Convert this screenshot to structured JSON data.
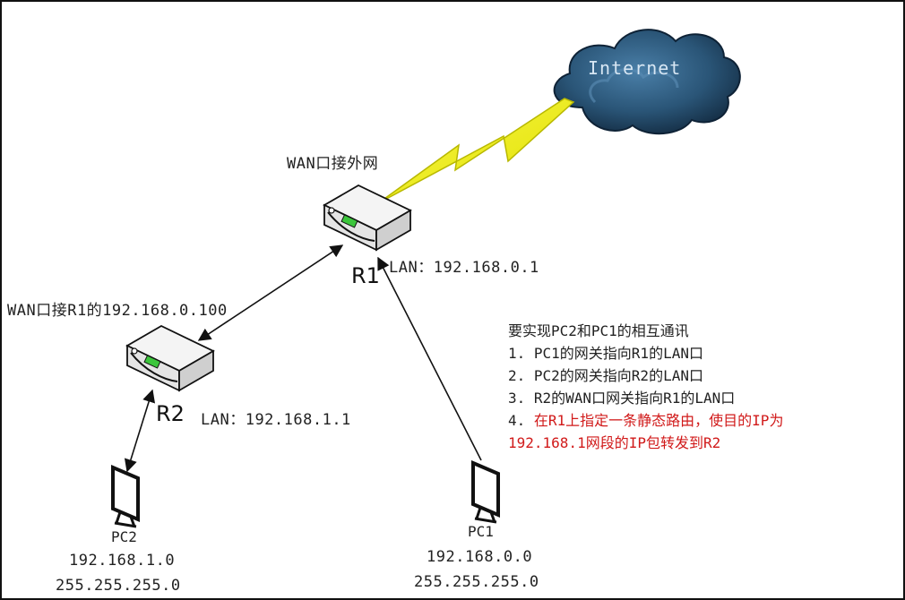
{
  "internet": {
    "label": "Internet"
  },
  "r1": {
    "name": "R1",
    "wan_label": "WAN口接外网",
    "lan_label": "LAN：192.168.0.1"
  },
  "r2": {
    "name": "R2",
    "wan_label": "WAN口接R1的192.168.0.100",
    "lan_label": "LAN：192.168.1.1"
  },
  "pc2": {
    "name": "PC2",
    "network": "192.168.1.0",
    "mask": "255.255.255.0"
  },
  "pc1": {
    "name": "PC1",
    "network": "192.168.0.0",
    "mask": "255.255.255.0"
  },
  "notes": {
    "title": "要实现PC2和PC1的相互通讯",
    "items": [
      "1. PC1的网关指向R1的LAN口",
      "2. PC2的网关指向R2的LAN口",
      "3. R2的WAN口网关指向R1的LAN口"
    ],
    "item4_prefix": "4. ",
    "item4_line1": "在R1上指定一条静态路由，使目的IP为",
    "item4_line2": "192.168.1网段的IP包转发到R2"
  },
  "colors": {
    "lightning": "#f2f21e",
    "cloud_dark": "#16324a",
    "cloud_light": "#3b6f97",
    "router_led": "#3cc63c",
    "note_highlight": "#d11a1a"
  }
}
